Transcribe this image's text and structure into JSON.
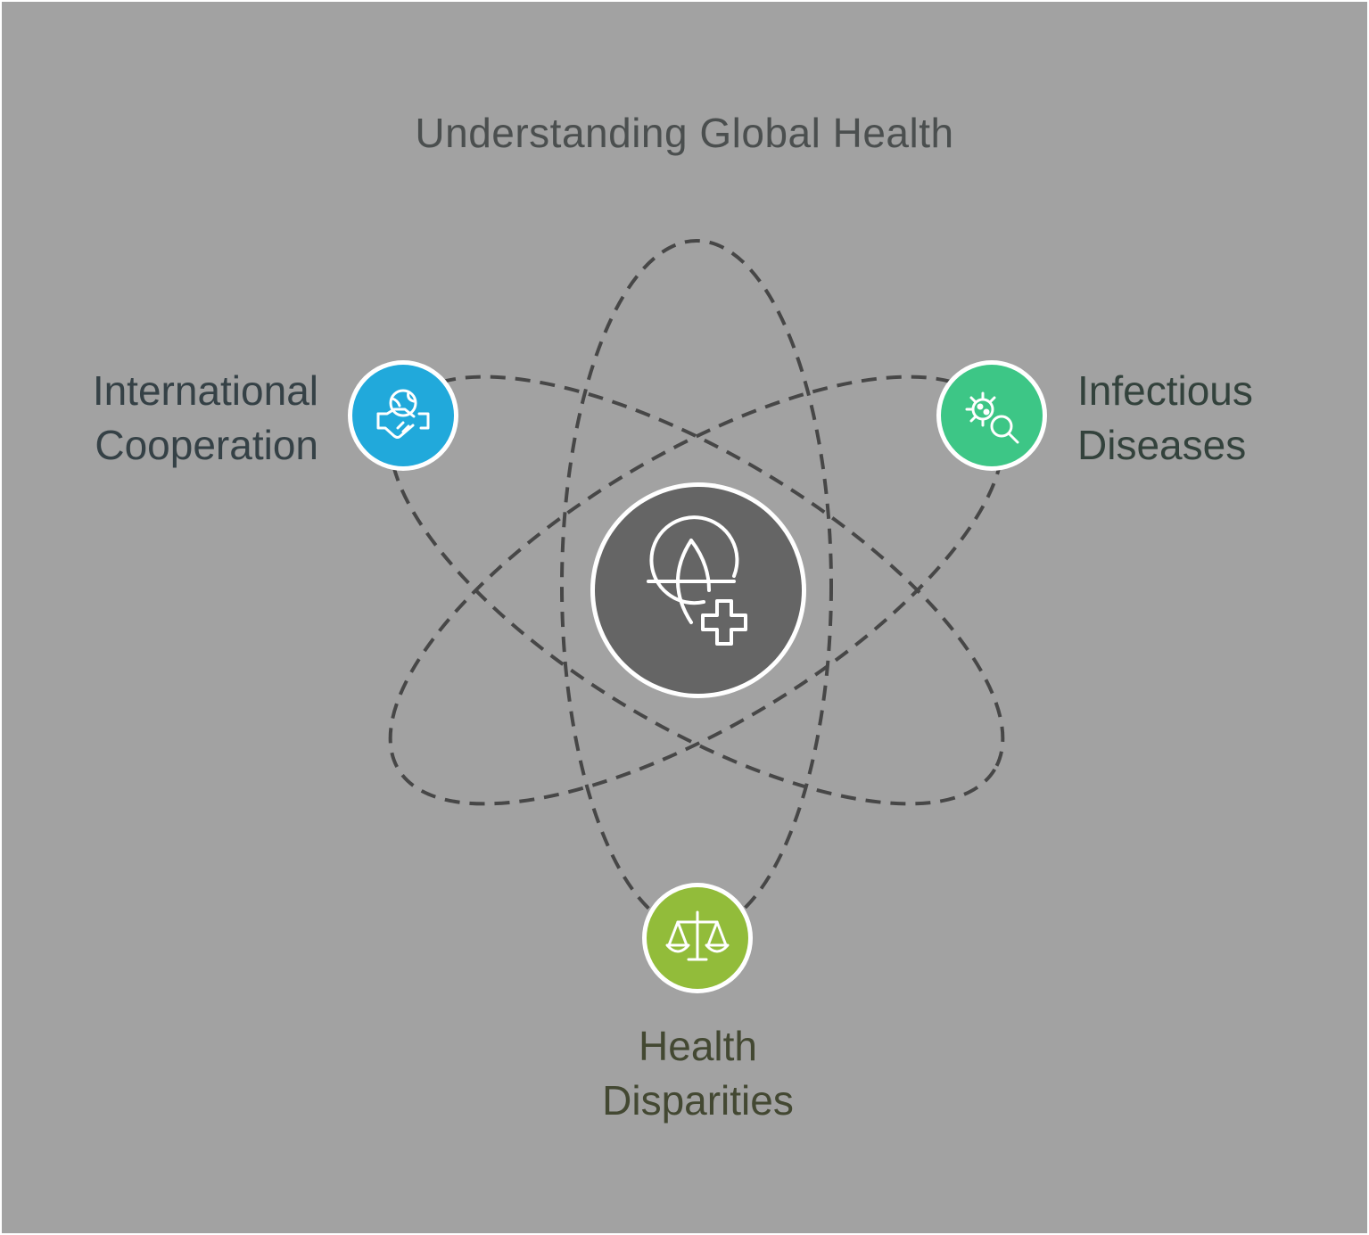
{
  "title": "Understanding Global Health",
  "center": {
    "icon": "globe-medical-icon",
    "color": "#656565"
  },
  "nodes": [
    {
      "id": "international-cooperation",
      "lines": [
        "International",
        "Cooperation"
      ],
      "icon": "handshake-globe-icon",
      "color": "#21a9db"
    },
    {
      "id": "infectious-diseases",
      "lines": [
        "Infectious",
        "Diseases"
      ],
      "icon": "virus-search-icon",
      "color": "#3dc686"
    },
    {
      "id": "health-disparities",
      "lines": [
        "Health",
        "Disparities"
      ],
      "icon": "balance-scale-icon",
      "color": "#92bc3a"
    }
  ],
  "colors": {
    "background": "#a2a2a2",
    "orbit": "#474747",
    "ring": "#ffffff"
  }
}
